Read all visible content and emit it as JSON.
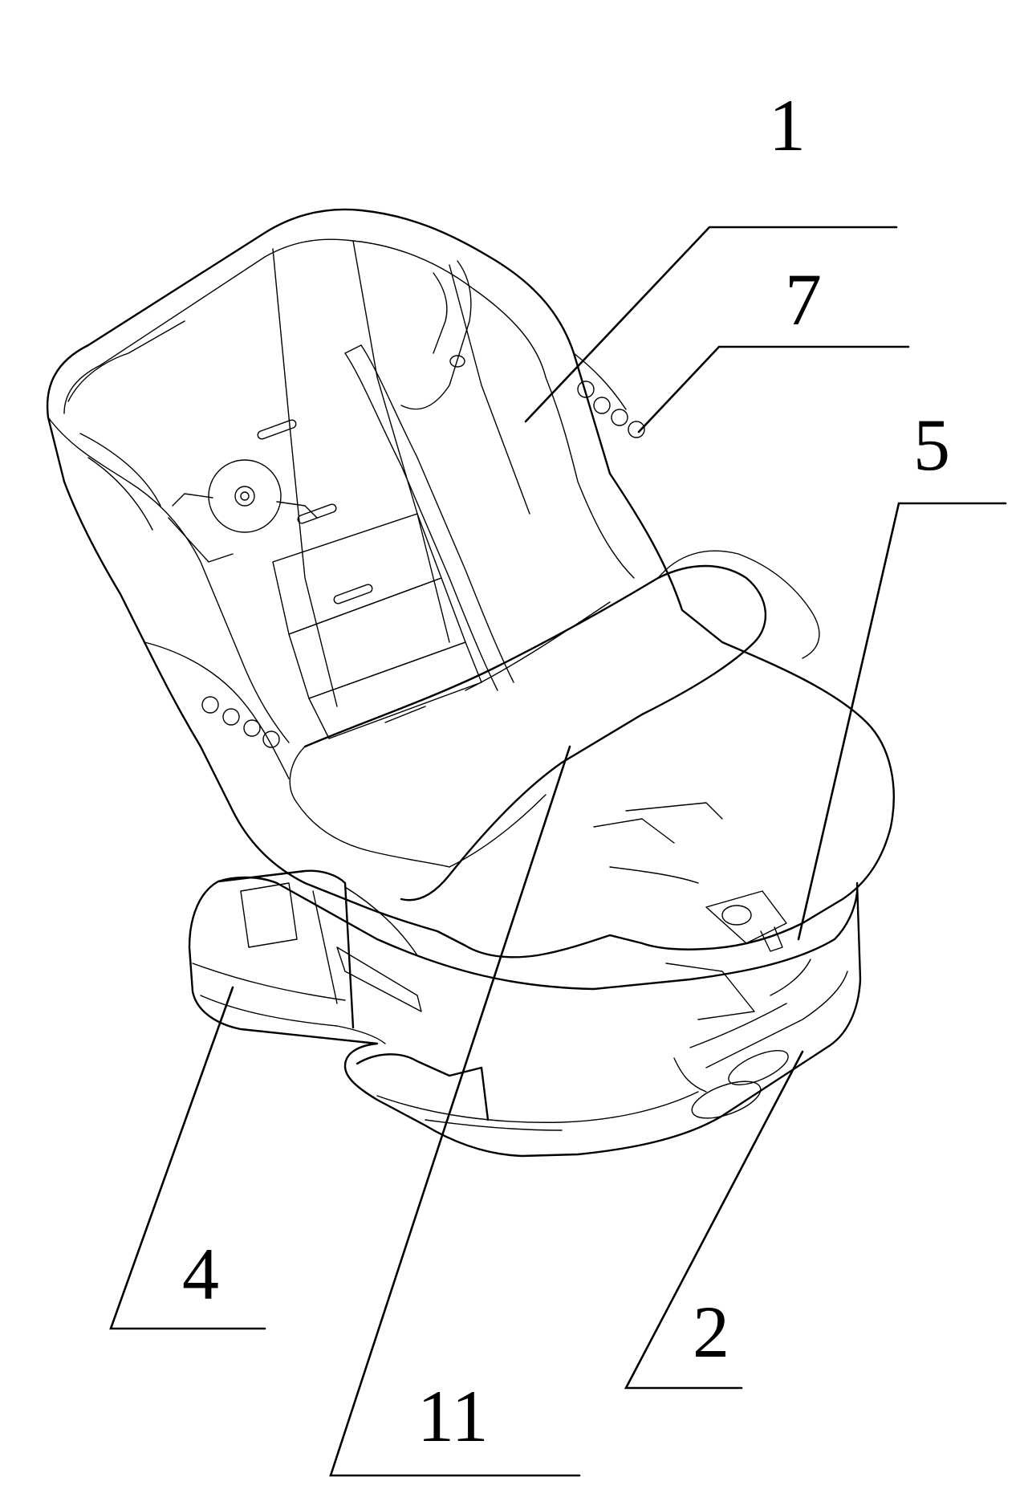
{
  "labels": {
    "label_1": "1",
    "label_7": "7",
    "label_5": "5",
    "label_4": "4",
    "label_11": "11",
    "label_2": "2"
  }
}
